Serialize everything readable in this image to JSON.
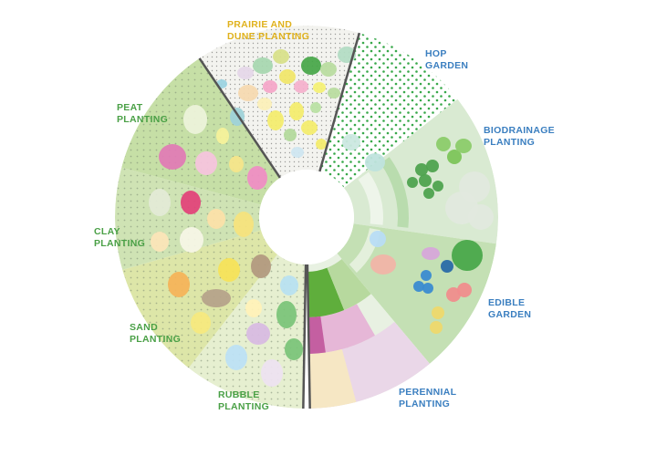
{
  "diagram": {
    "segments": [
      {
        "id": "prairie",
        "label_lines": [
          "PRAIRIE AND",
          "DUNE PLANTING"
        ],
        "label_color": "#e0b21d"
      },
      {
        "id": "hop",
        "label_lines": [
          "HOP",
          "GARDEN"
        ],
        "label_color": "#3b7fc0"
      },
      {
        "id": "biodrainage",
        "label_lines": [
          "BIODRAINAGE",
          "PLANTING"
        ],
        "label_color": "#3b7fc0"
      },
      {
        "id": "edible",
        "label_lines": [
          "EDIBLE",
          "GARDEN"
        ],
        "label_color": "#3b7fc0"
      },
      {
        "id": "perennial",
        "label_lines": [
          "PERENNIAL",
          "PLANTING"
        ],
        "label_color": "#3b7fc0"
      },
      {
        "id": "rubble",
        "label_lines": [
          "RUBBLE",
          "PLANTING"
        ],
        "label_color": "#4aa046"
      },
      {
        "id": "sand",
        "label_lines": [
          "SAND",
          "PLANTING"
        ],
        "label_color": "#4aa046"
      },
      {
        "id": "clay",
        "label_lines": [
          "CLAY",
          "PLANTING"
        ],
        "label_color": "#4aa046"
      },
      {
        "id": "peat",
        "label_lines": [
          "PEAT",
          "PLANTING"
        ],
        "label_color": "#4aa046"
      }
    ]
  }
}
